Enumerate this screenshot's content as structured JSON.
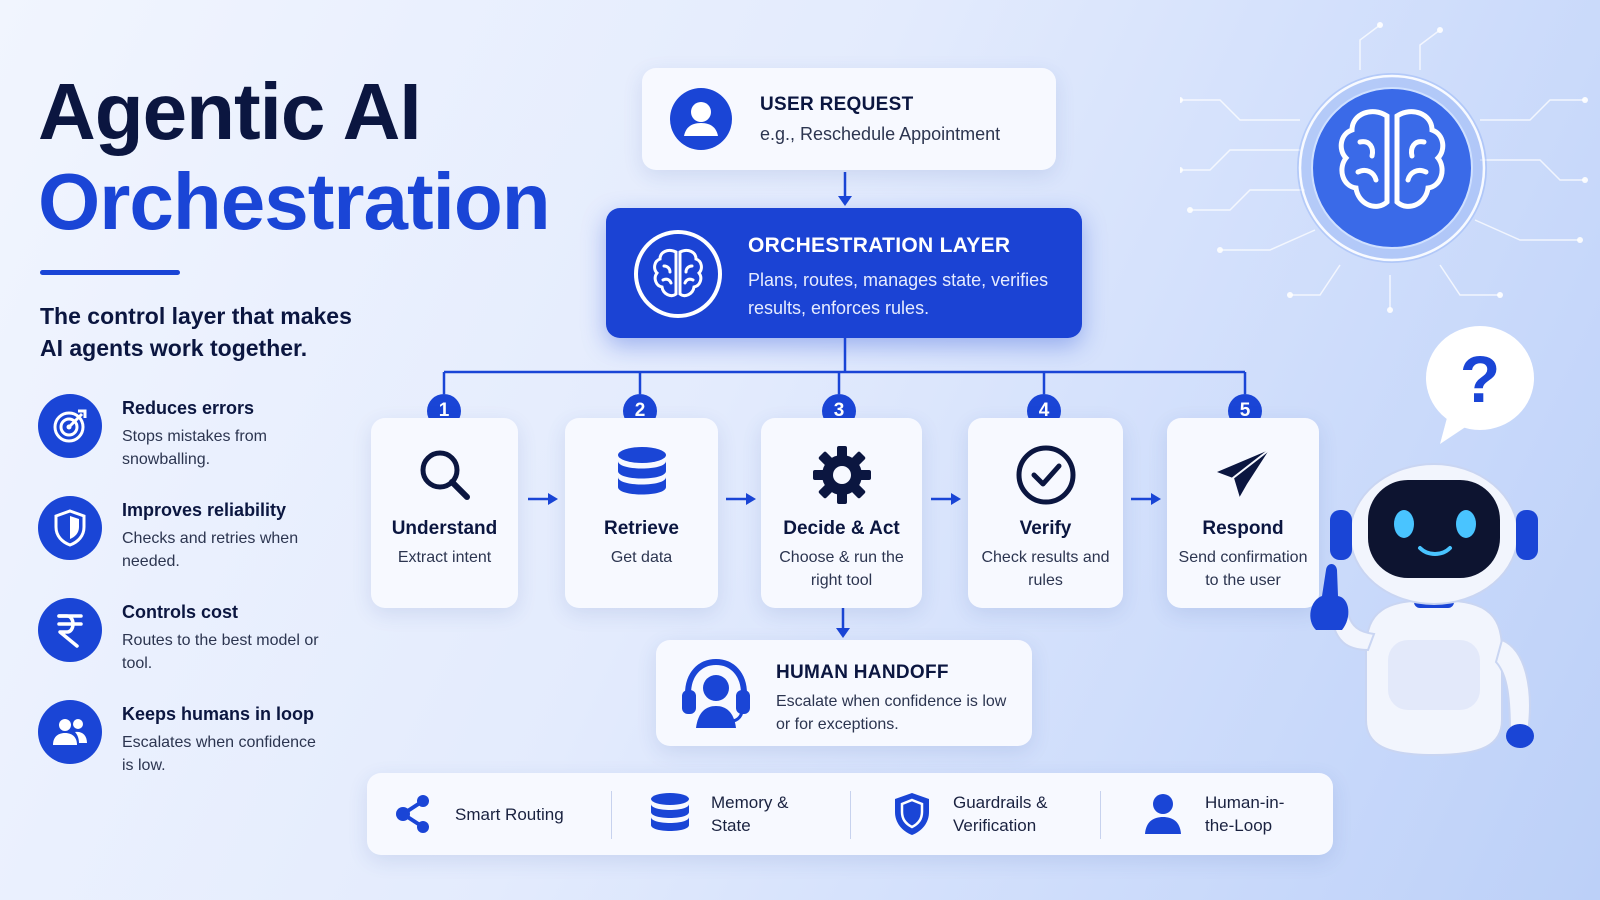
{
  "title": {
    "line1": "Agentic AI",
    "line2": "Orchestration"
  },
  "subtitle": "The control layer that makes AI agents work together.",
  "benefits": [
    {
      "title": "Reduces errors",
      "desc": "Stops mistakes from snowballing.",
      "icon": "target-icon"
    },
    {
      "title": "Improves reliability",
      "desc": "Checks and retries when needed.",
      "icon": "shield-icon"
    },
    {
      "title": "Controls cost",
      "desc": "Routes to the best model or tool.",
      "icon": "rupee-icon"
    },
    {
      "title": "Keeps humans in loop",
      "desc": "Escalates when confidence is low.",
      "icon": "users-icon"
    }
  ],
  "user_request": {
    "title": "USER REQUEST",
    "desc": "e.g., Reschedule Appointment",
    "icon": "user-icon"
  },
  "orchestration": {
    "title": "ORCHESTRATION LAYER",
    "desc": "Plans, routes, manages state, verifies results, enforces rules.",
    "icon": "brain-icon"
  },
  "steps": [
    {
      "num": "1",
      "title": "Understand",
      "desc": "Extract intent",
      "icon": "search-icon"
    },
    {
      "num": "2",
      "title": "Retrieve",
      "desc": "Get data",
      "icon": "database-icon"
    },
    {
      "num": "3",
      "title": "Decide & Act",
      "desc": "Choose & run the right tool",
      "icon": "gear-icon"
    },
    {
      "num": "4",
      "title": "Verify",
      "desc": "Check results and rules",
      "icon": "check-circle-icon"
    },
    {
      "num": "5",
      "title": "Respond",
      "desc": "Send confirmation to the user",
      "icon": "paper-plane-icon"
    }
  ],
  "handoff": {
    "title": "HUMAN HANDOFF",
    "desc": "Escalate when confidence is low or for exceptions.",
    "icon": "headset-icon"
  },
  "features": [
    {
      "label": "Smart Routing",
      "icon": "share-icon"
    },
    {
      "label": "Memory & State",
      "icon": "database-icon"
    },
    {
      "label": "Guardrails & Verification",
      "icon": "shield-icon"
    },
    {
      "label": "Human-in-the-Loop",
      "icon": "user-icon"
    }
  ],
  "decor": {
    "speech_bubble": "?"
  },
  "colors": {
    "primary": "#1a45d6",
    "dark": "#0b1640",
    "card": "#f7f9ff"
  }
}
